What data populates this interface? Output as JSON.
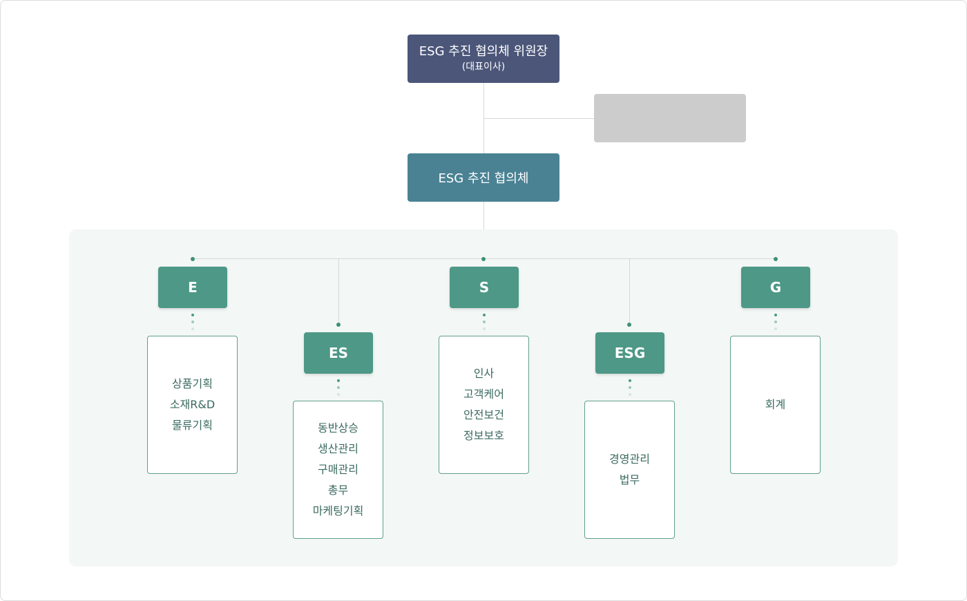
{
  "chairman": {
    "title": "ESG 추진 협의체 위원장",
    "subtitle": "(대표이사)"
  },
  "side_box": {
    "label": ""
  },
  "council": {
    "title": "ESG 추진 협의체"
  },
  "categories": [
    {
      "label": "E",
      "items": [
        "상품기획",
        "소재R&D",
        "물류기획"
      ]
    },
    {
      "label": "ES",
      "items": [
        "동반상승",
        "생산관리",
        "구매관리",
        "총무",
        "마케팅기획"
      ]
    },
    {
      "label": "S",
      "items": [
        "인사",
        "고객케어",
        "안전보건",
        "정보보호"
      ]
    },
    {
      "label": "ESG",
      "items": [
        "경영관리",
        "법무"
      ]
    },
    {
      "label": "G",
      "items": [
        "회계"
      ]
    }
  ],
  "colors": {
    "chairman": "#4b5679",
    "council": "#4a8294",
    "category": "#4d9886",
    "side_box": "#cccccc",
    "panel": "#f3f7f5"
  }
}
